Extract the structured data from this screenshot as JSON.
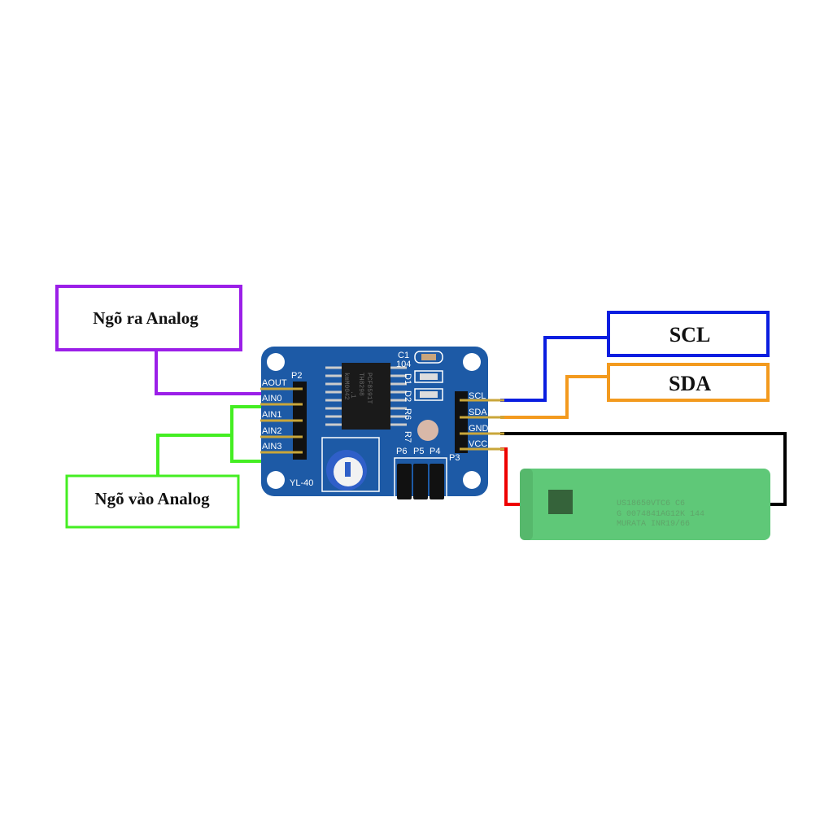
{
  "labels": {
    "analog_out": "Ngõ ra Analog",
    "analog_in": "Ngõ vào Analog",
    "scl": "SCL",
    "sda": "SDA"
  },
  "board": {
    "name": "YL-40",
    "header_left": "P2",
    "header_right": "P3",
    "pins_left": [
      "AOUT",
      "AIN0",
      "AIN1",
      "AIN2",
      "AIN3"
    ],
    "pins_right": [
      "SCL",
      "SDA",
      "GND",
      "VCC"
    ],
    "cap": "C1",
    "cap_value": "104",
    "leds": [
      "D1",
      "D2"
    ],
    "resistors": [
      "R6",
      "R7"
    ],
    "jumpers": [
      "P6",
      "P5",
      "P4"
    ],
    "chip_lines": [
      "PCF8591T",
      "TH8298",
      ".1",
      "kmM0042"
    ]
  },
  "battery": {
    "lines": [
      "US18650VTC6 C6",
      "G 0074841AG12K 144",
      "MURATA INR19/66"
    ]
  },
  "colors": {
    "analog_out": "#9b1fe8",
    "analog_in": "#44ee22",
    "scl": "#0a1ee0",
    "sda": "#f39a1e",
    "gnd": "#000000",
    "vcc": "#ee0000",
    "pcb": "#1d5aa6",
    "battery": "#5fc878"
  }
}
